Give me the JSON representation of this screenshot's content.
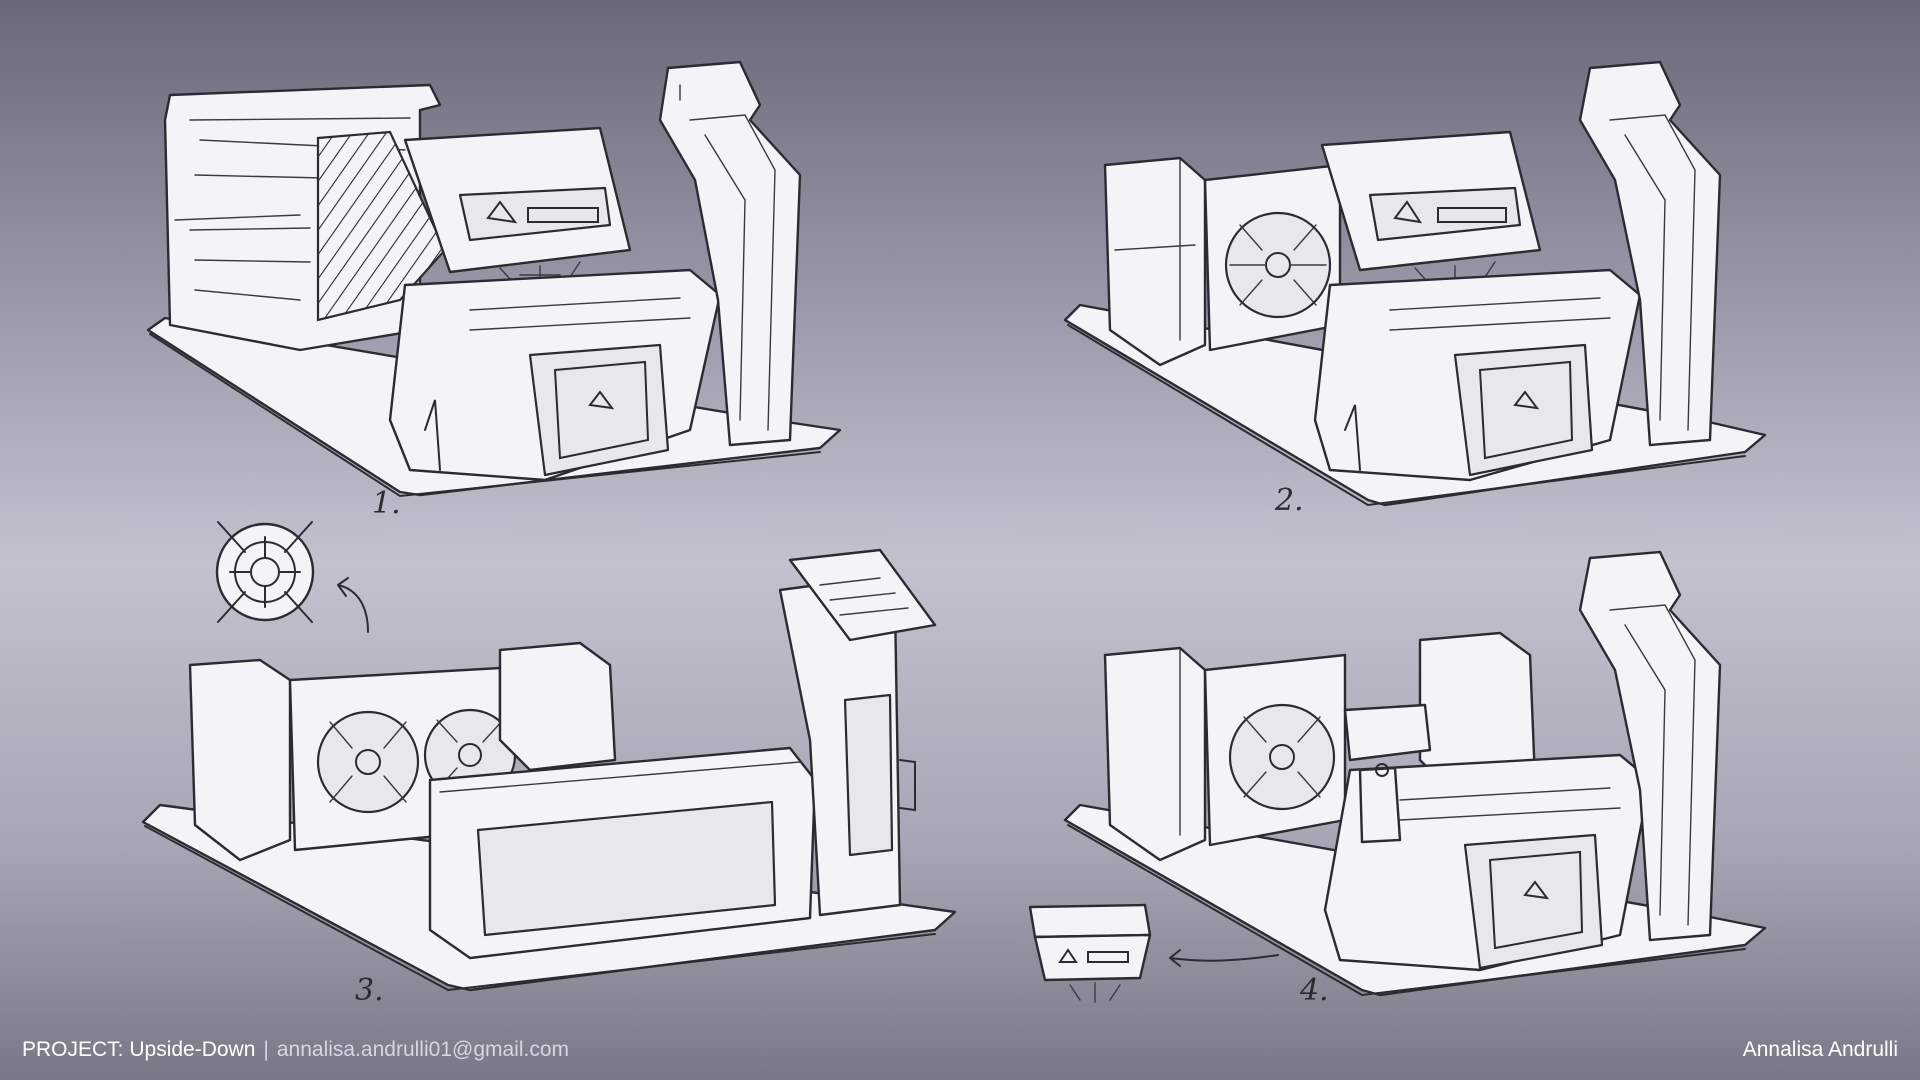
{
  "footer": {
    "project_label": "PROJECT: Upside-Down",
    "separator": "|",
    "email": "annalisa.andrulli01@gmail.com",
    "author": "Annalisa Andrulli"
  },
  "sketches": [
    {
      "number": "1."
    },
    {
      "number": "2."
    },
    {
      "number": "3."
    },
    {
      "number": "4."
    }
  ],
  "colors": {
    "background_top": "#6b6878",
    "background_mid": "#c4c1cf",
    "line": "#2c2b31",
    "fill": "#f4f3f7"
  }
}
